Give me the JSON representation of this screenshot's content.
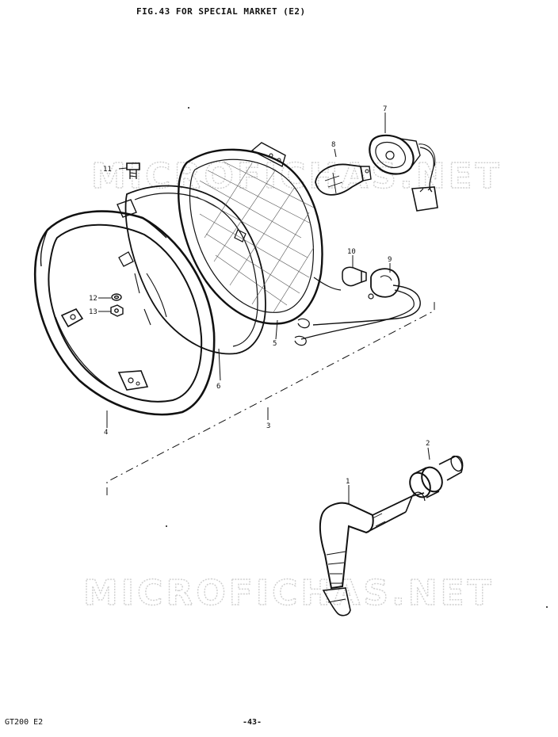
{
  "figure": {
    "title": "FIG.43  FOR SPECIAL MARKET (E2)"
  },
  "watermarks": [
    "MICROFICHAS.NET",
    "MICROFICHAS.NET"
  ],
  "callouts": {
    "c1": "1",
    "c2": "2",
    "c3": "3",
    "c4": "4",
    "c5": "5",
    "c6": "6",
    "c7": "7",
    "c8": "8",
    "c9": "9",
    "c10": "10",
    "c11": "11",
    "c12": "12",
    "c13": "13"
  },
  "footer": {
    "model": "GT200 E2",
    "page": "-43-"
  }
}
